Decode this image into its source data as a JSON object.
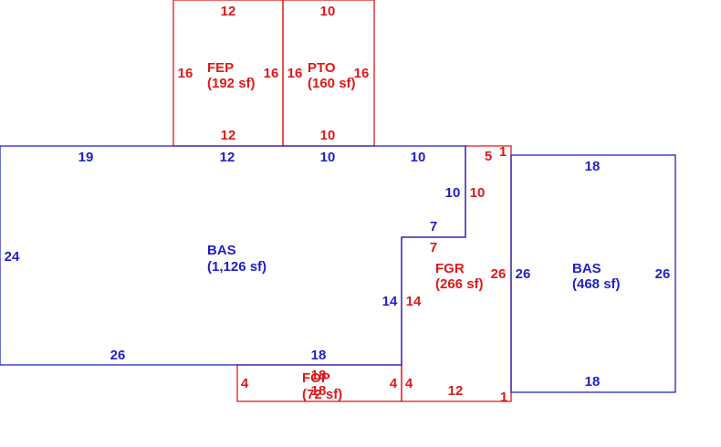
{
  "colors": {
    "bas": "#1f1fc8",
    "other": "#e01818",
    "background": "#ffffff"
  },
  "areas": {
    "fep": {
      "code": "FEP",
      "area": "(192 sf)"
    },
    "pto": {
      "code": "PTO",
      "area": "(160 sf)"
    },
    "bas_main": {
      "code": "BAS",
      "area": "(1,126 sf)"
    },
    "fgr": {
      "code": "FGR",
      "area": "(266 sf)"
    },
    "bas_right": {
      "code": "BAS",
      "area": "(468 sf)"
    },
    "fop": {
      "code": "FOP",
      "area": "(72 sf)"
    }
  },
  "dims": {
    "fep_top": "12",
    "fep_left": "16",
    "fep_right": "16",
    "fep_bottom": "12",
    "pto_top": "10",
    "pto_left": "16",
    "pto_right": "16",
    "pto_bottom": "10",
    "bas_top_19": "19",
    "bas_top_12": "12",
    "bas_top_10a": "10",
    "bas_top_10b": "10",
    "bas_left": "24",
    "bas_bottom_26": "26",
    "bas_bottom_18": "18",
    "bas_notch_right": "10",
    "bas_notch_top": "7",
    "bas_notch_inner": "14",
    "fgr_top": "5",
    "fgr_corner_top": "1",
    "fgr_right_upper": "10",
    "fgr_notch": "7",
    "fgr_left": "14",
    "fgr_right": "26",
    "fgr_bottom": "12",
    "fgr_corner_bottom": "1",
    "fgr_left_low": "4",
    "basr_top": "18",
    "basr_left": "26",
    "basr_right": "26",
    "basr_bottom": "18",
    "fop_left": "4",
    "fop_right": "4",
    "fop_top": "18",
    "fop_bottom": "18"
  }
}
